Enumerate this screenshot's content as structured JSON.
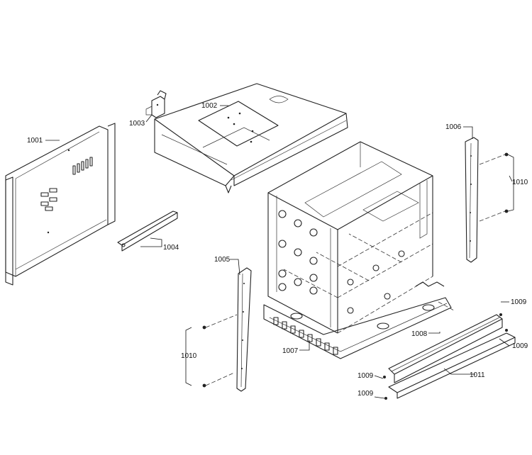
{
  "labels": {
    "p1001": "1001",
    "p1002": "1002",
    "p1003": "1003",
    "p1004": "1004",
    "p1005": "1005",
    "p1006": "1006",
    "p1007": "1007",
    "p1008": "1008",
    "p1009_top": "1009",
    "p1009_right": "1009",
    "p1009_left_a": "1009",
    "p1009_left_b": "1009",
    "p1010_right": "1010",
    "p1010_left": "1010",
    "p1011": "1011"
  }
}
